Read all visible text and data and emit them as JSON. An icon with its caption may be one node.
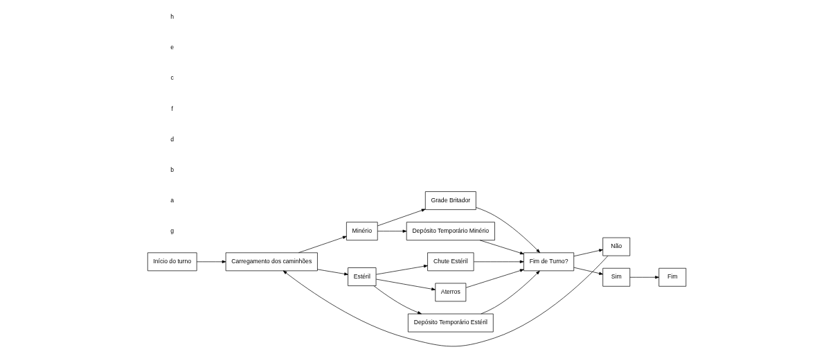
{
  "diagram": {
    "nodes": [
      {
        "text": [
          "Início do turno"
        ]
      },
      {
        "text": [
          "Carregamento dos caminhões"
        ]
      },
      {
        "text": [
          "Minério"
        ]
      },
      {
        "text": [
          "Estéril"
        ]
      },
      {
        "text": [
          "Grade Britador"
        ]
      },
      {
        "text": [
          "Depósito Temporário Minério"
        ]
      },
      {
        "text": [
          "Chute Estéril"
        ]
      },
      {
        "text": [
          "Aterros"
        ]
      },
      {
        "text": [
          "Depósito Temporário Estéril"
        ]
      },
      {
        "text": [
          "Fim de Turno?"
        ]
      },
      {
        "text": [
          "Não"
        ]
      },
      {
        "text": [
          "Sim"
        ]
      },
      {
        "text": [
          "Fim"
        ]
      }
    ],
    "edges": [
      {
        "from": 0,
        "to": 1,
        "arrow": "to"
      },
      {
        "from": 1,
        "to": 2,
        "arrow": "to"
      },
      {
        "from": 1,
        "to": 3,
        "arrow": "to"
      },
      {
        "from": 2,
        "to": 4,
        "arrow": "to"
      },
      {
        "from": 2,
        "to": 5,
        "arrow": "to"
      },
      {
        "from": 3,
        "to": 6,
        "arrow": "to"
      },
      {
        "from": 3,
        "to": 7,
        "arrow": "to"
      },
      {
        "from": 3,
        "to": 8,
        "arrow": "to"
      },
      {
        "from": 4,
        "to": 9,
        "arrow": "to"
      },
      {
        "from": 5,
        "to": 9,
        "arrow": "to"
      },
      {
        "from": 6,
        "to": 9,
        "arrow": "to"
      },
      {
        "from": 7,
        "to": 9,
        "arrow": "to"
      },
      {
        "from": 8,
        "to": 9,
        "arrow": "to"
      },
      {
        "from": 9,
        "to": 10,
        "arrow": "to"
      },
      {
        "from": 9,
        "to": 11,
        "arrow": "to"
      },
      {
        "from": 10,
        "to": 1,
        "arrow": "to"
      },
      {
        "from": 11,
        "to": 12,
        "arrow": "to"
      }
    ],
    "labels": [
      "g",
      "a",
      "b",
      "d",
      "f",
      "c",
      "e",
      "h"
    ]
  }
}
